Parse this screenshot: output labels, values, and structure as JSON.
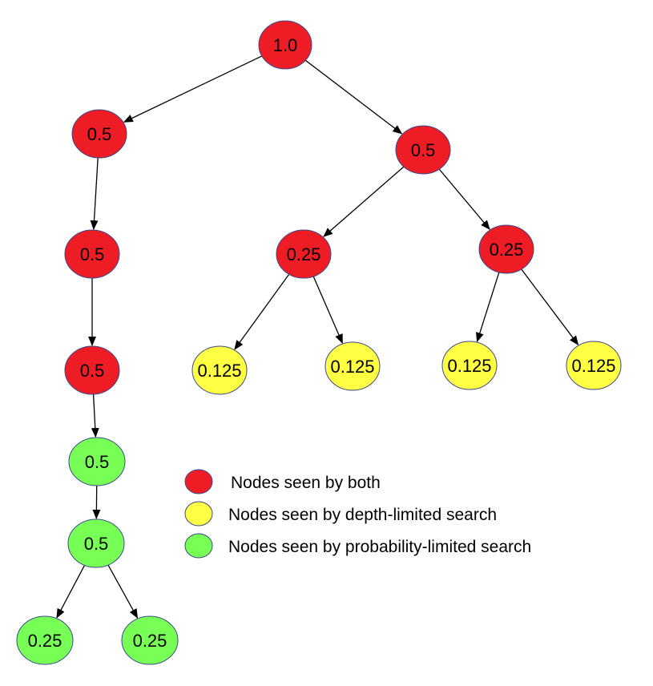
{
  "colors": {
    "both": "#ee1c25",
    "depth": "#ffff44",
    "probability": "#77ff55",
    "node_stroke": "#3b4a8c",
    "edge": "#000000"
  },
  "nodes": {
    "root": {
      "label": "1.0",
      "kind": "both"
    },
    "left_1": {
      "label": "0.5",
      "kind": "both"
    },
    "right_1": {
      "label": "0.5",
      "kind": "both"
    },
    "left_2": {
      "label": "0.5",
      "kind": "both"
    },
    "left_3": {
      "label": "0.5",
      "kind": "both"
    },
    "left_4": {
      "label": "0.5",
      "kind": "probability"
    },
    "left_5": {
      "label": "0.5",
      "kind": "probability"
    },
    "left_6a": {
      "label": "0.25",
      "kind": "probability"
    },
    "left_6b": {
      "label": "0.25",
      "kind": "probability"
    },
    "right_2a": {
      "label": "0.25",
      "kind": "both"
    },
    "right_2b": {
      "label": "0.25",
      "kind": "both"
    },
    "right_3a": {
      "label": "0.125",
      "kind": "depth"
    },
    "right_3b": {
      "label": "0.125",
      "kind": "depth"
    },
    "right_3c": {
      "label": "0.125",
      "kind": "depth"
    },
    "right_3d": {
      "label": "0.125",
      "kind": "depth"
    }
  },
  "edges": [
    [
      "root",
      "left_1"
    ],
    [
      "root",
      "right_1"
    ],
    [
      "left_1",
      "left_2"
    ],
    [
      "left_2",
      "left_3"
    ],
    [
      "left_3",
      "left_4"
    ],
    [
      "left_4",
      "left_5"
    ],
    [
      "left_5",
      "left_6a"
    ],
    [
      "left_5",
      "left_6b"
    ],
    [
      "right_1",
      "right_2a"
    ],
    [
      "right_1",
      "right_2b"
    ],
    [
      "right_2a",
      "right_3a"
    ],
    [
      "right_2a",
      "right_3b"
    ],
    [
      "right_2b",
      "right_3c"
    ],
    [
      "right_2b",
      "right_3d"
    ]
  ],
  "legend": [
    {
      "kind": "both",
      "label": "Nodes seen by both"
    },
    {
      "kind": "depth",
      "label": "Nodes seen by depth-limited search"
    },
    {
      "kind": "probability",
      "label": "Nodes seen by probability-limited search"
    }
  ]
}
